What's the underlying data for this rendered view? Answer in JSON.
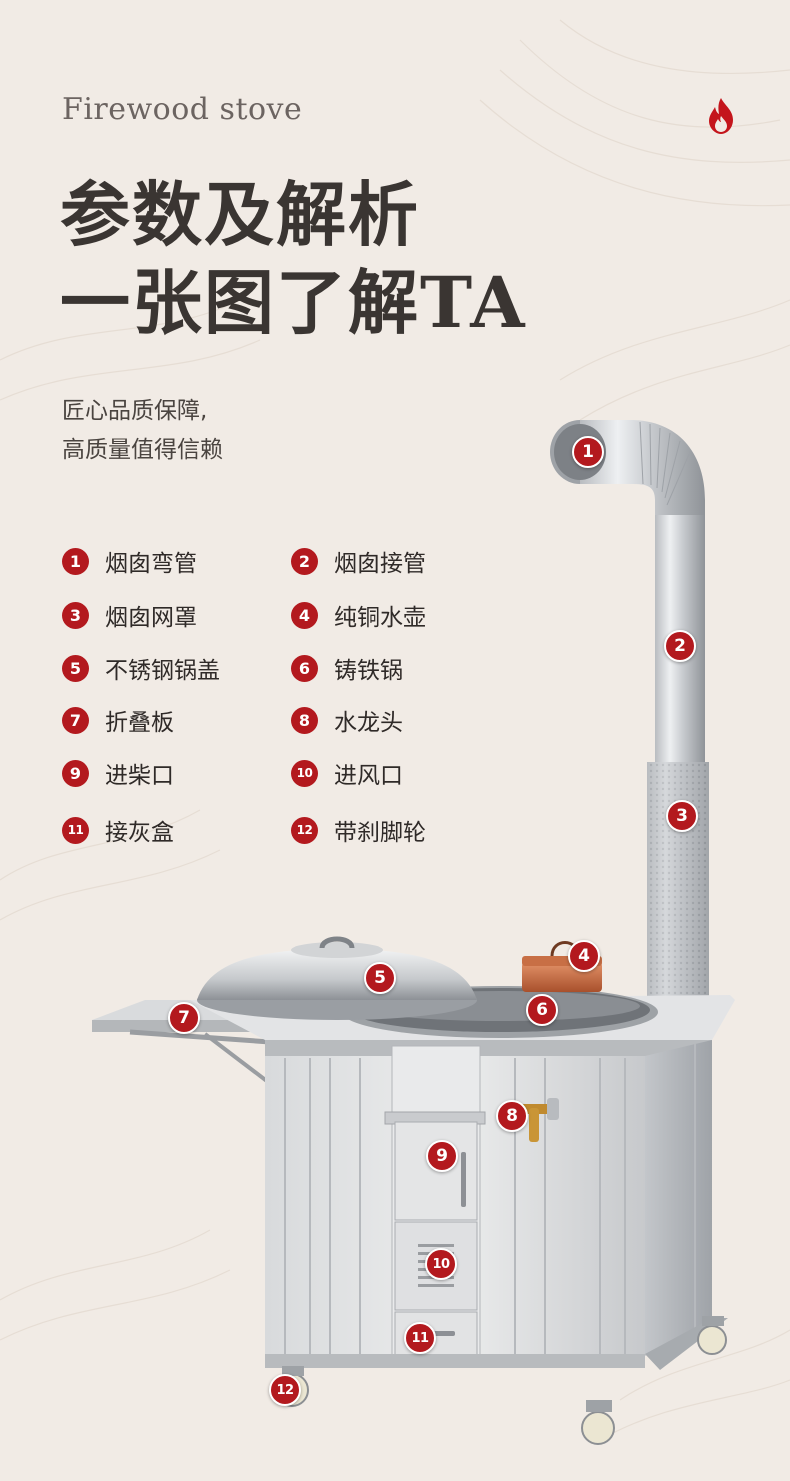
{
  "header": {
    "subtitle_en": "Firewood stove",
    "title_line1": "参数及解析",
    "title_line2": "一张图了解TA",
    "flame_icon": "flame-icon",
    "accent_color": "#b3191e"
  },
  "tagline": {
    "line1": "匠心品质保障,",
    "line2": "高质量值得信赖"
  },
  "legend": [
    {
      "num": "1",
      "label": "烟囱弯管"
    },
    {
      "num": "2",
      "label": "烟囱接管"
    },
    {
      "num": "3",
      "label": "烟囱网罩"
    },
    {
      "num": "4",
      "label": "纯铜水壶"
    },
    {
      "num": "5",
      "label": "不锈钢锅盖"
    },
    {
      "num": "6",
      "label": "铸铁锅"
    },
    {
      "num": "7",
      "label": "折叠板"
    },
    {
      "num": "8",
      "label": "水龙头"
    },
    {
      "num": "9",
      "label": "进柴口"
    },
    {
      "num": "10",
      "label": "进风口"
    },
    {
      "num": "11",
      "label": "接灰盒"
    },
    {
      "num": "12",
      "label": "带刹脚轮"
    }
  ]
}
